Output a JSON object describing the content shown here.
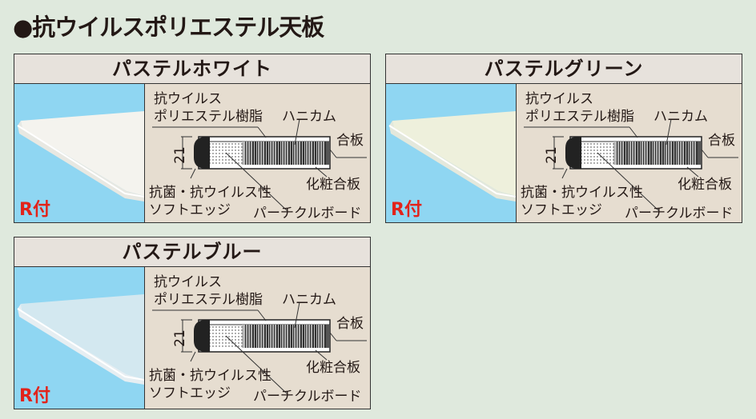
{
  "title": "●抗ウイルスポリエステル天板",
  "panels": [
    {
      "name": "パステルホワイト",
      "board_color": "#f4f3ee",
      "board_edge": "#e8e8e2",
      "badge": "R付"
    },
    {
      "name": "パステルグリーン",
      "board_color": "#eef0dc",
      "board_edge": "#e4e8dc",
      "badge": "R付"
    },
    {
      "name": "パステルブルー",
      "board_color": "#d3e8f0",
      "board_edge": "#e6eef2",
      "badge": "R付"
    }
  ],
  "labels": {
    "resin_line1": "抗ウイルス",
    "resin_line2": "ポリエステル樹脂",
    "honeycomb": "ハニカム",
    "plywood": "合板",
    "decor_plywood": "化粧合板",
    "edge_line1": "抗菌・抗ウイルス性",
    "edge_line2": "ソフトエッジ",
    "particleboard": "パーチクルボード",
    "thickness": "21"
  }
}
